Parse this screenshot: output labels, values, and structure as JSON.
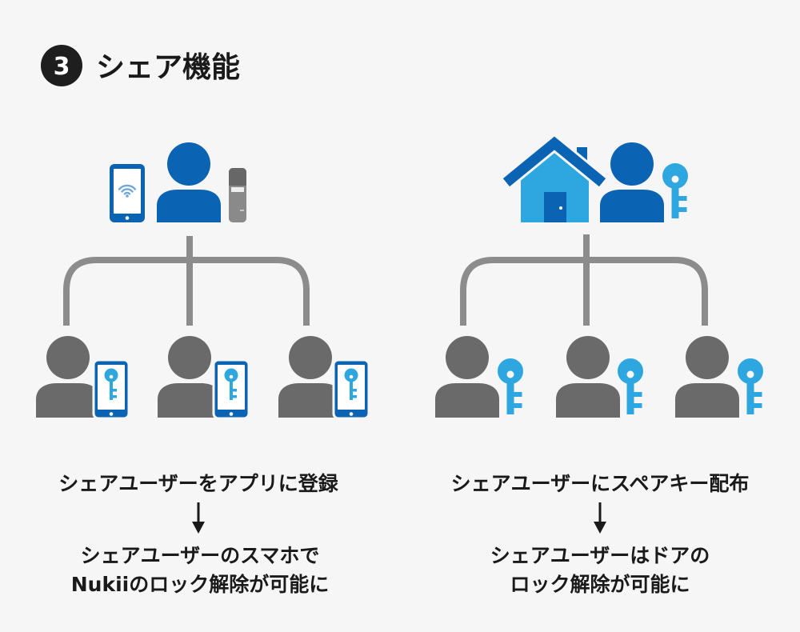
{
  "title": {
    "number": "3",
    "text": "シェア機能"
  },
  "colors": {
    "primary_blue": "#0b63b3",
    "light_blue": "#2ea7e0",
    "person_gray": "#6a6a6a",
    "connector_gray": "#8c8c8c",
    "text": "#1a1a1a",
    "background": "#f6f6f6"
  },
  "left_panel": {
    "root_icons": [
      "smartphone-wifi-icon",
      "owner-person-icon",
      "nuki-fob-icon"
    ],
    "children": [
      {
        "icons": [
          "shared-user-person-icon",
          "smartphone-key-icon"
        ]
      },
      {
        "icons": [
          "shared-user-person-icon",
          "smartphone-key-icon"
        ]
      },
      {
        "icons": [
          "shared-user-person-icon",
          "smartphone-key-icon"
        ]
      }
    ],
    "step_caption": "シェアユーザーをアプリに登録",
    "arrow_icon": "arrow-down-icon",
    "result_line1": "シェアユーザーのスマホで",
    "result_line2": "Nukiiのロック解除が可能に"
  },
  "right_panel": {
    "root_icons": [
      "house-icon",
      "owner-person-icon",
      "key-icon"
    ],
    "children": [
      {
        "icons": [
          "shared-user-person-icon",
          "spare-key-icon"
        ]
      },
      {
        "icons": [
          "shared-user-person-icon",
          "spare-key-icon"
        ]
      },
      {
        "icons": [
          "shared-user-person-icon",
          "spare-key-icon"
        ]
      }
    ],
    "step_caption": "シェアユーザーにスペアキー配布",
    "arrow_icon": "arrow-down-icon",
    "result_line1": "シェアユーザーはドアの",
    "result_line2": "ロック解除が可能に"
  }
}
